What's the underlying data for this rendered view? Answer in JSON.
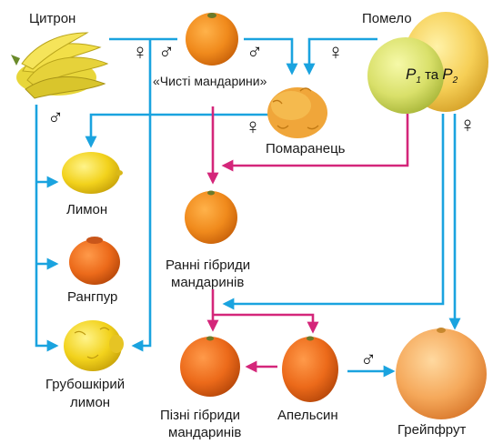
{
  "labels": {
    "citron": "Цитрон",
    "pomelo": "Помело",
    "pure_mandarins": "«Чисті мандарини»",
    "sour_orange": "Помаранець",
    "lemon": "Лимон",
    "rangpur": "Рангпур",
    "rough_lemon_1": "Грубошкірий",
    "rough_lemon_2": "лимон",
    "early_hybrids_1": "Ранні гібриди",
    "early_hybrids_2": "мандаринів",
    "late_hybrids_1": "Пізні гібриди",
    "late_hybrids_2": "мандаринів",
    "orange": "Апельсин",
    "grapefruit": "Грейпфрут"
  },
  "pomelo_varieties": {
    "p": "P",
    "sub1": "1",
    "joiner": "та",
    "sub2": "2"
  },
  "symbols": {
    "female": "♀",
    "male": "♂"
  },
  "colors": {
    "blue_arrow": "#1aa3df",
    "magenta_arrow": "#d4267a",
    "orange_fruit": "#f08a1c",
    "yellow_fruit": "#f2d21c"
  }
}
